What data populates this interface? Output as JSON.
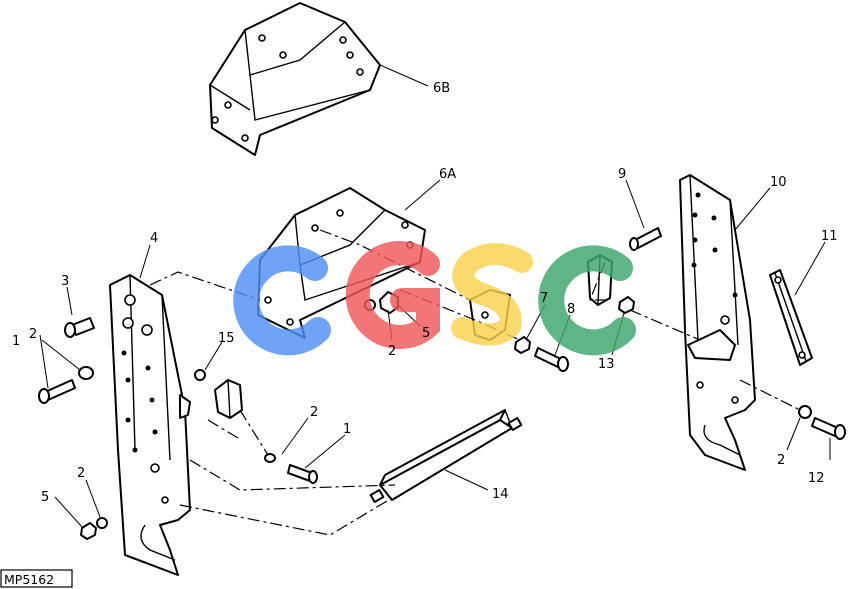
{
  "diagram": {
    "figure_code": "MP5162",
    "watermark": "CGSC",
    "watermark_colors": [
      "#4f8ff7",
      "#f0575a",
      "#f9d34c",
      "#3da66b"
    ],
    "callouts": {
      "c_6b": "6B",
      "c_6a": "6A",
      "c_4": "4",
      "c_3": "3",
      "c_2a": "2",
      "c_1a": "1",
      "c_15": "15",
      "c_2b": "2",
      "c_1b": "1",
      "c_2c": "2",
      "c_5a": "5",
      "c_2d": "2",
      "c_5b": "5",
      "c_7": "7",
      "c_8": "8",
      "c_9": "9",
      "c_10": "10",
      "c_11": "11",
      "c_13": "13",
      "c_2e": "2",
      "c_12": "12",
      "c_14": "14"
    }
  }
}
